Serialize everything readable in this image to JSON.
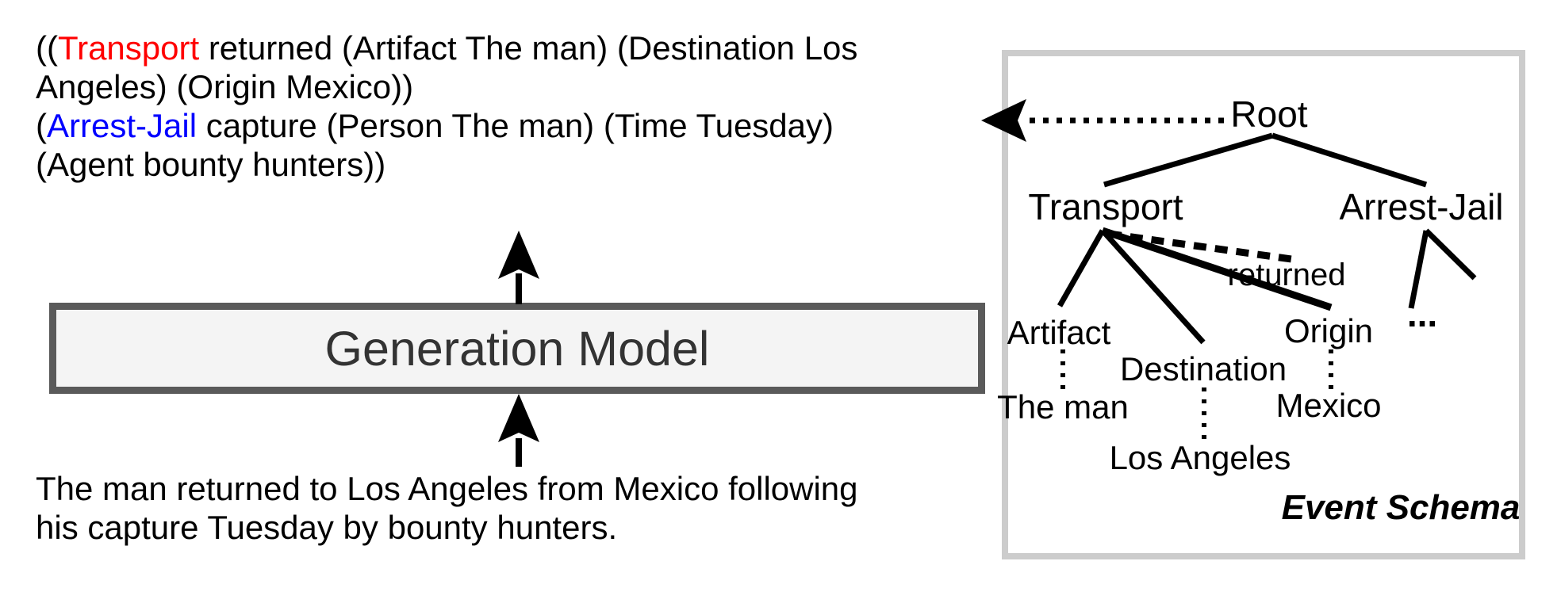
{
  "output_text": {
    "line1_open": "((",
    "line1_event": "Transport",
    "line1_rest": " returned (Artifact The man) (Destination Los",
    "line2": "Angeles) (Origin Mexico))",
    "line3_open": "(",
    "line3_event": "Arrest-Jail",
    "line3_rest": " capture (Person The man) (Time Tuesday)",
    "line4": "(Agent bounty hunters))"
  },
  "model": {
    "label": "Generation Model"
  },
  "input_text": {
    "line1": "The man returned to Los Angeles from Mexico following",
    "line2": "his capture Tuesday by bounty hunters."
  },
  "schema": {
    "caption": "Event Schema",
    "root": "Root",
    "transport": "Transport",
    "arrest_jail": "Arrest-Jail",
    "returned": "returned",
    "artifact": "Artifact",
    "destination": "Destination",
    "origin": "Origin",
    "ellipsis": "...",
    "the_man": "The man",
    "los_angeles": "Los Angeles",
    "mexico": "Mexico"
  },
  "colors": {
    "event_type_transport": "#ff0000",
    "event_type_arrest_jail": "#0000ff",
    "model_box_border": "#5a5a5a",
    "model_box_fill": "#f4f4f4",
    "schema_box_border": "#cccccc",
    "line_color": "#000000"
  }
}
